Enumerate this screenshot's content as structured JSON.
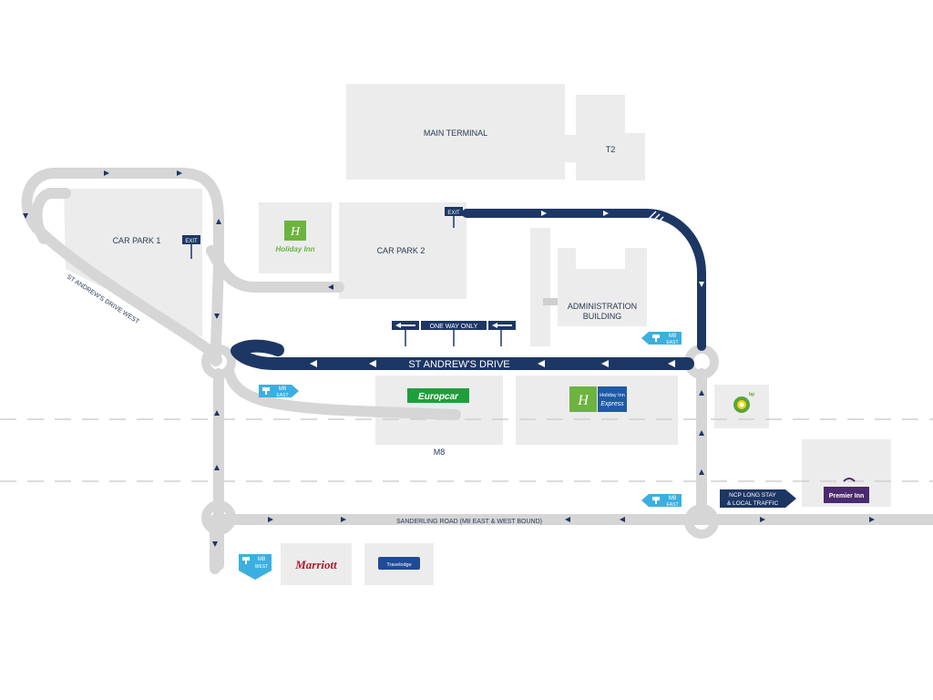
{
  "labels": {
    "main_terminal": "MAIN TERMINAL",
    "t2": "T2",
    "car_park_1": "CAR PARK 1",
    "car_park_2": "CAR PARK 2",
    "administration": "ADMINISTRATION",
    "building": "BUILDING",
    "st_andrews_drive": "ST ANDREW'S DRIVE",
    "st_andrews_drive_west": "ST ANDREW'S DRIVE WEST",
    "m8": "M8",
    "sanderling_road": "SANDERLING ROAD (M8 EAST & WEST BOUND)",
    "one_way_only": "ONE WAY ONLY",
    "exit": "EXIT",
    "ncp_line1": "NCP LONG STAY",
    "ncp_line2": "& LOCAL TRAFFIC"
  },
  "motorway_signs": [
    {
      "road": "M8",
      "dir": "EAST"
    },
    {
      "road": "M8",
      "dir": "EAST"
    },
    {
      "road": "M8",
      "dir": "EAST"
    },
    {
      "road": "M8",
      "dir": "WEST"
    }
  ],
  "brands": {
    "holiday_inn": "Holiday Inn",
    "europcar": "Europcar",
    "holiday_inn_express_line1": "Holiday Inn",
    "holiday_inn_express_line2": "Express",
    "premier_inn": "Premier Inn",
    "marriott": "Marriott",
    "travelodge": "Travelodge",
    "bp": "bp"
  },
  "colors": {
    "navy_road": "#1d3765",
    "grey_road": "#d6d6d6",
    "building": "#ececec",
    "motorway_sign": "#3bb0e0",
    "holiday_inn_green": "#6cb33f",
    "europcar_green": "#1f9f3c",
    "holiday_inn_express_blue": "#1f5aa6",
    "premier_inn_purple": "#4a2a6e",
    "marriott_red": "#b0192d",
    "travelodge_blue": "#1f4b96",
    "bp_green": "#5aa53a",
    "bp_yellow": "#f5d80f"
  }
}
